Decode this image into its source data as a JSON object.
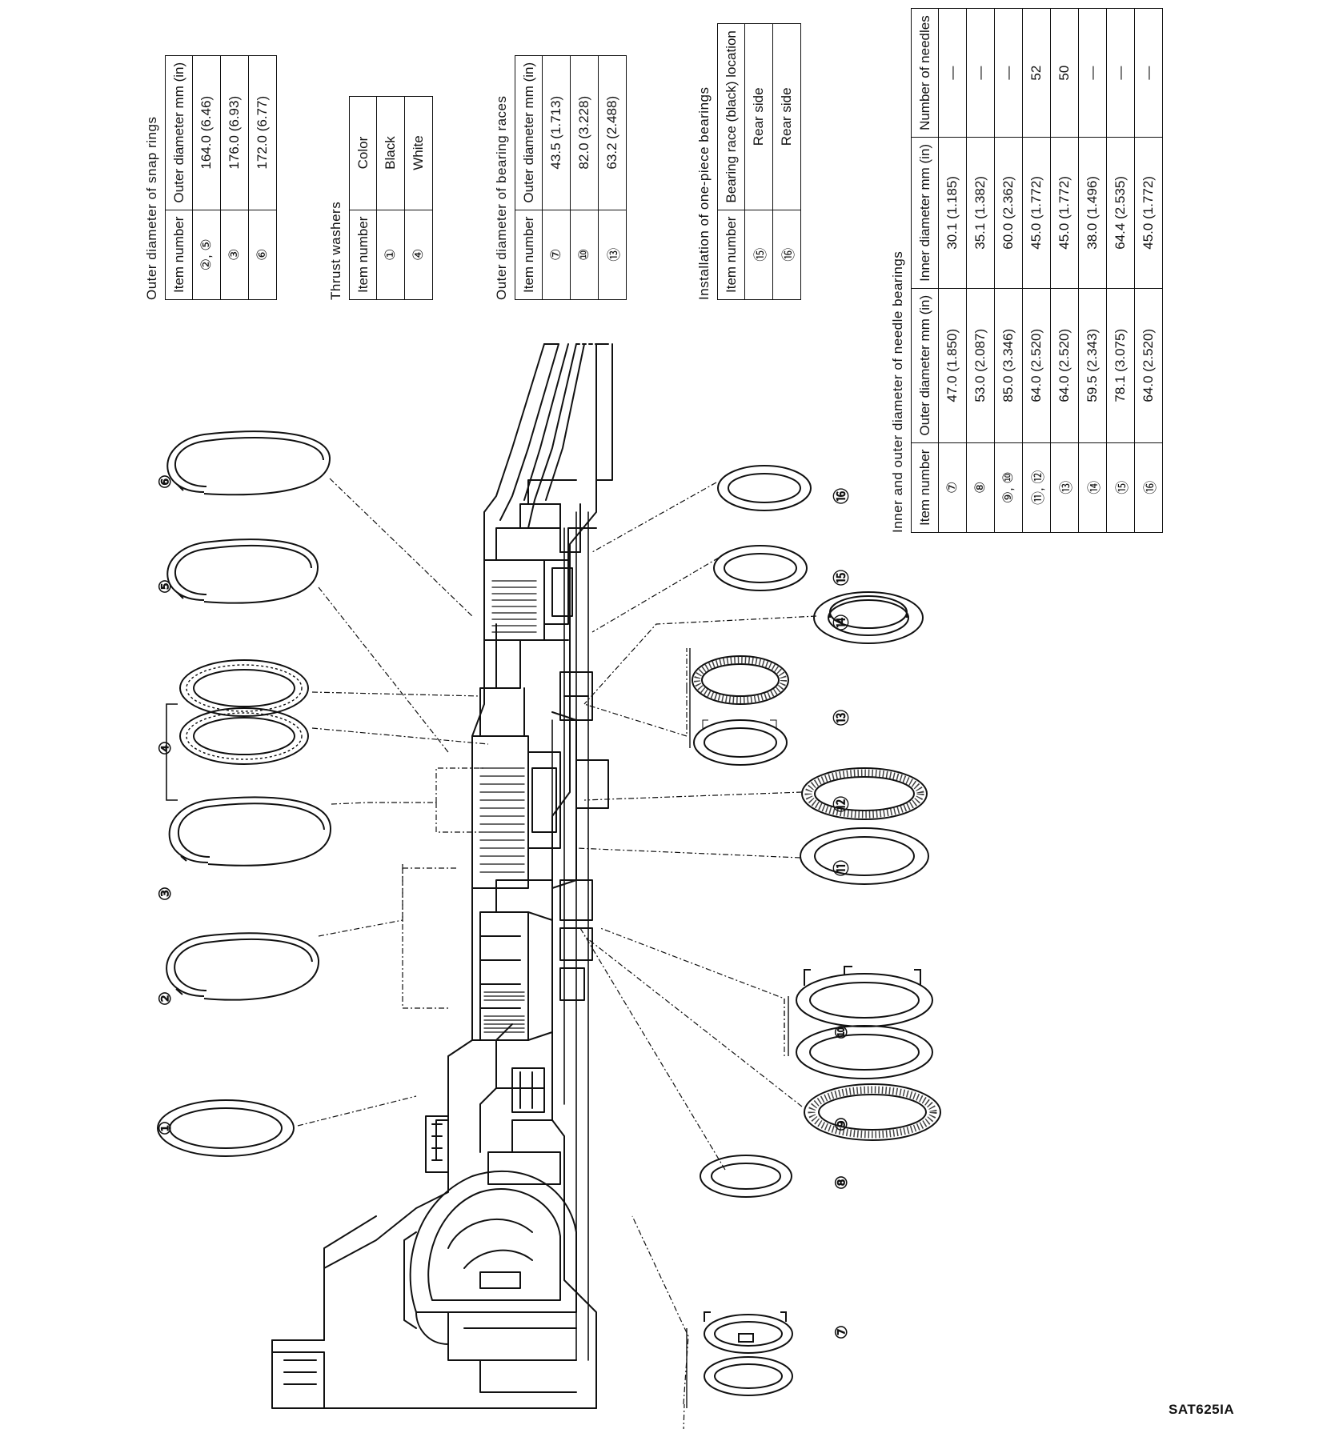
{
  "snap_rings": {
    "title": "Outer diameter of snap rings",
    "headers": [
      "Item\nnumber",
      "Outer diameter\nmm (in)"
    ],
    "rows": [
      [
        "②, ⑤",
        "164.0 (6.46)"
      ],
      [
        "③",
        "176.0 (6.93)"
      ],
      [
        "⑥",
        "172.0 (6.77)"
      ]
    ]
  },
  "thrust_washers": {
    "title": "Thrust washers",
    "headers": [
      "Item\nnumber",
      "Color"
    ],
    "rows": [
      [
        "①",
        "Black"
      ],
      [
        "④",
        "White"
      ]
    ]
  },
  "bearing_races": {
    "title": "Outer diameter of bearing races",
    "headers": [
      "Item\nnumber",
      "Outer diameter\nmm (in)"
    ],
    "rows": [
      [
        "⑦",
        "43.5 (1.713)"
      ],
      [
        "⑩",
        "82.0 (3.228)"
      ],
      [
        "⑬",
        "63.2 (2.488)"
      ]
    ]
  },
  "one_piece": {
    "title": "Installation of one-piece bearings",
    "headers": [
      "Item\nnumber",
      "Bearing race\n(black) location"
    ],
    "rows": [
      [
        "⑮",
        "Rear side"
      ],
      [
        "⑯",
        "Rear side"
      ]
    ]
  },
  "needle_bearings": {
    "title": "Inner and outer diameter of needle bearings",
    "headers": [
      "Item\nnumber",
      "Outer diameter\nmm (in)",
      "Inner diameter\nmm (in)",
      "Number of\nneedles"
    ],
    "rows": [
      [
        "⑦",
        "47.0 (1.850)",
        "30.1 (1.185)",
        "—"
      ],
      [
        "⑧",
        "53.0 (2.087)",
        "35.1 (1.382)",
        "—"
      ],
      [
        "⑨, ⑩",
        "85.0 (3.346)",
        "60.0 (2.362)",
        "—"
      ],
      [
        "⑪, ⑫",
        "64.0 (2.520)",
        "45.0 (1.772)",
        "52"
      ],
      [
        "⑬",
        "64.0 (2.520)",
        "45.0 (1.772)",
        "50"
      ],
      [
        "⑭",
        "59.5 (2.343)",
        "38.0 (1.496)",
        "—"
      ],
      [
        "⑮",
        "78.1 (3.075)",
        "64.4 (2.535)",
        "—"
      ],
      [
        "⑯",
        "64.0 (2.520)",
        "45.0 (1.772)",
        "—"
      ]
    ]
  },
  "callouts": [
    "①",
    "②",
    "③",
    "④",
    "⑤",
    "⑥",
    "⑦",
    "⑧",
    "⑨",
    "⑩",
    "⑪",
    "⑫",
    "⑬",
    "⑭",
    "⑮",
    "⑯"
  ],
  "figure_code": "SAT625IA"
}
